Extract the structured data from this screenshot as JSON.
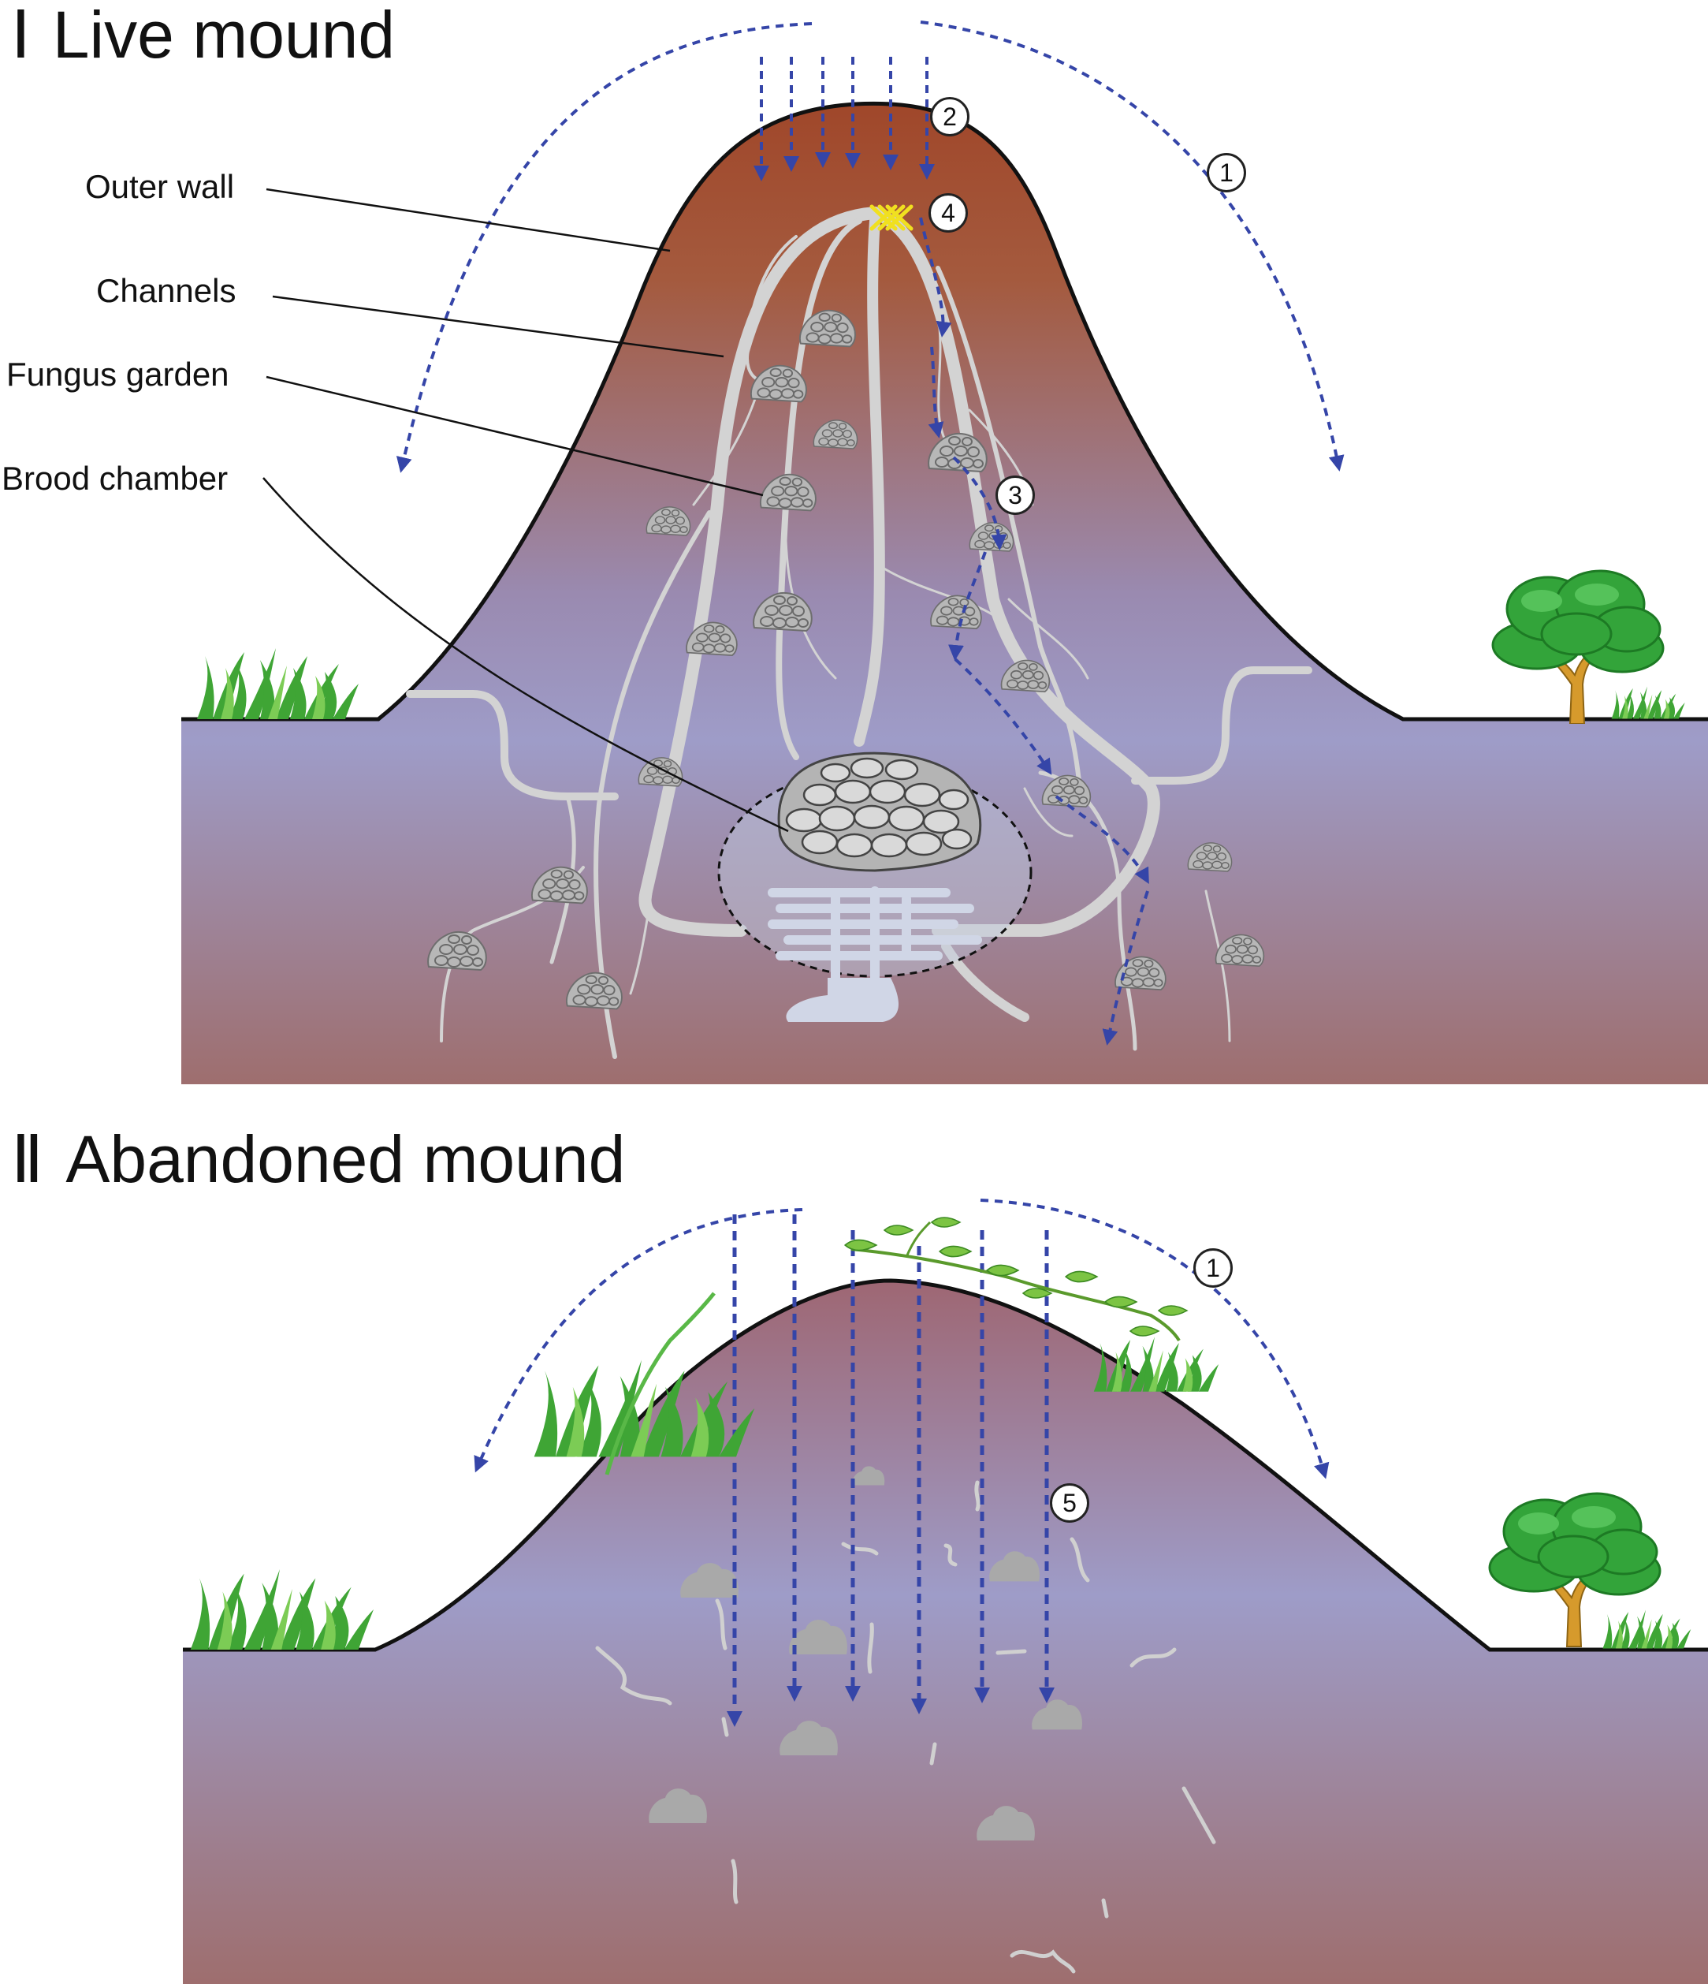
{
  "panels": [
    {
      "numeral": "Ⅰ",
      "title": "Live mound",
      "labels": {
        "outer_wall": "Outer wall",
        "channels": "Channels",
        "fungus_garden": "Fungus garden",
        "brood_chamber": "Brood chamber"
      },
      "markers": [
        "1",
        "2",
        "3",
        "4"
      ]
    },
    {
      "numeral": "Ⅱ",
      "title": "Abandoned mound",
      "markers": [
        "1",
        "5"
      ]
    }
  ],
  "colors": {
    "soil_top": "#a0472a",
    "soil_mid": "#9e9cc8",
    "soil_bottom": "#9e6e6e",
    "flow_arrow": "#3545a8",
    "channel": "#d3d3d3",
    "fungus": "#b9b9b9",
    "crossing_mark": "#f0e020",
    "grass": "#3fa535",
    "tree_crown": "#33a43a",
    "tree_trunk": "#d69a2c"
  }
}
